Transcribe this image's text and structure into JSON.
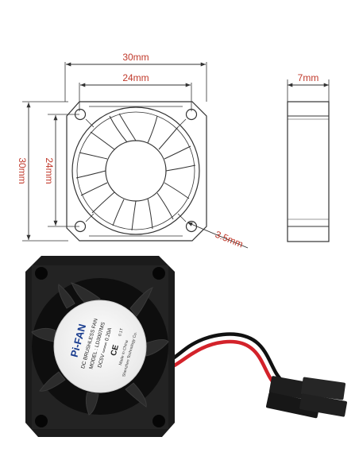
{
  "drawing": {
    "dim_overall_width": "30mm",
    "dim_hole_spacing_width": "24mm",
    "dim_overall_height": "30mm",
    "dim_hole_spacing_height": "24mm",
    "dim_hole_diameter": "3.5mm",
    "dim_thickness": "7mm"
  },
  "fan_label": {
    "brand": "Pi-FAN",
    "type": "DC BRUSHLESS FAN",
    "model": "MODEL : LD3007MS",
    "rating": "DC5V ═══ 0.20A",
    "ce_mark": "CE",
    "maker": "Shenzhen Technology Co.",
    "made_in": "Made in China",
    "lot": "0.1T"
  },
  "colors": {
    "dimension_text": "#c0392b",
    "fan_body": "#1b1b1b",
    "wire_red": "#d3222a",
    "wire_black": "#111111"
  }
}
